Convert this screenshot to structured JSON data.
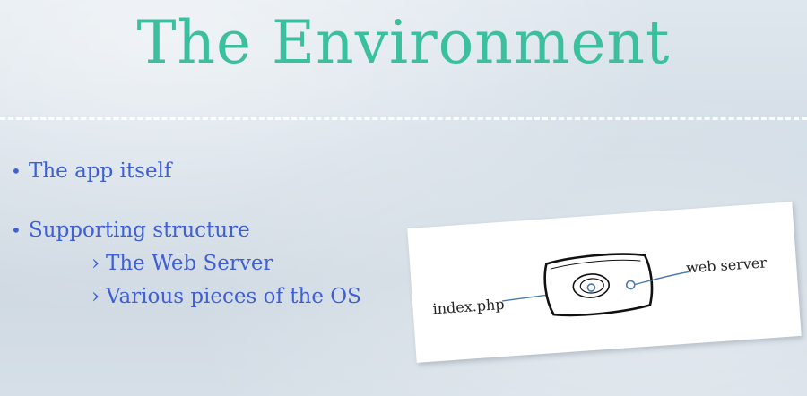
{
  "slide": {
    "title": "The Environment",
    "bullets": [
      {
        "text": "The app itself"
      },
      {
        "text": "Supporting structure"
      }
    ],
    "sub_bullets": [
      {
        "text": "The Web Server"
      },
      {
        "text": "Various pieces of the OS"
      }
    ],
    "bullet_marker": "•",
    "sub_bullet_marker": "›",
    "colors": {
      "title": "#3bbf9e",
      "bullets": "#3f5fd6",
      "divider": "#ffffff"
    }
  },
  "diagram": {
    "left_label": "index.php",
    "right_label": "web server",
    "icons": [
      "server-box-icon",
      "app-node-icon",
      "connection-port-icon"
    ]
  }
}
